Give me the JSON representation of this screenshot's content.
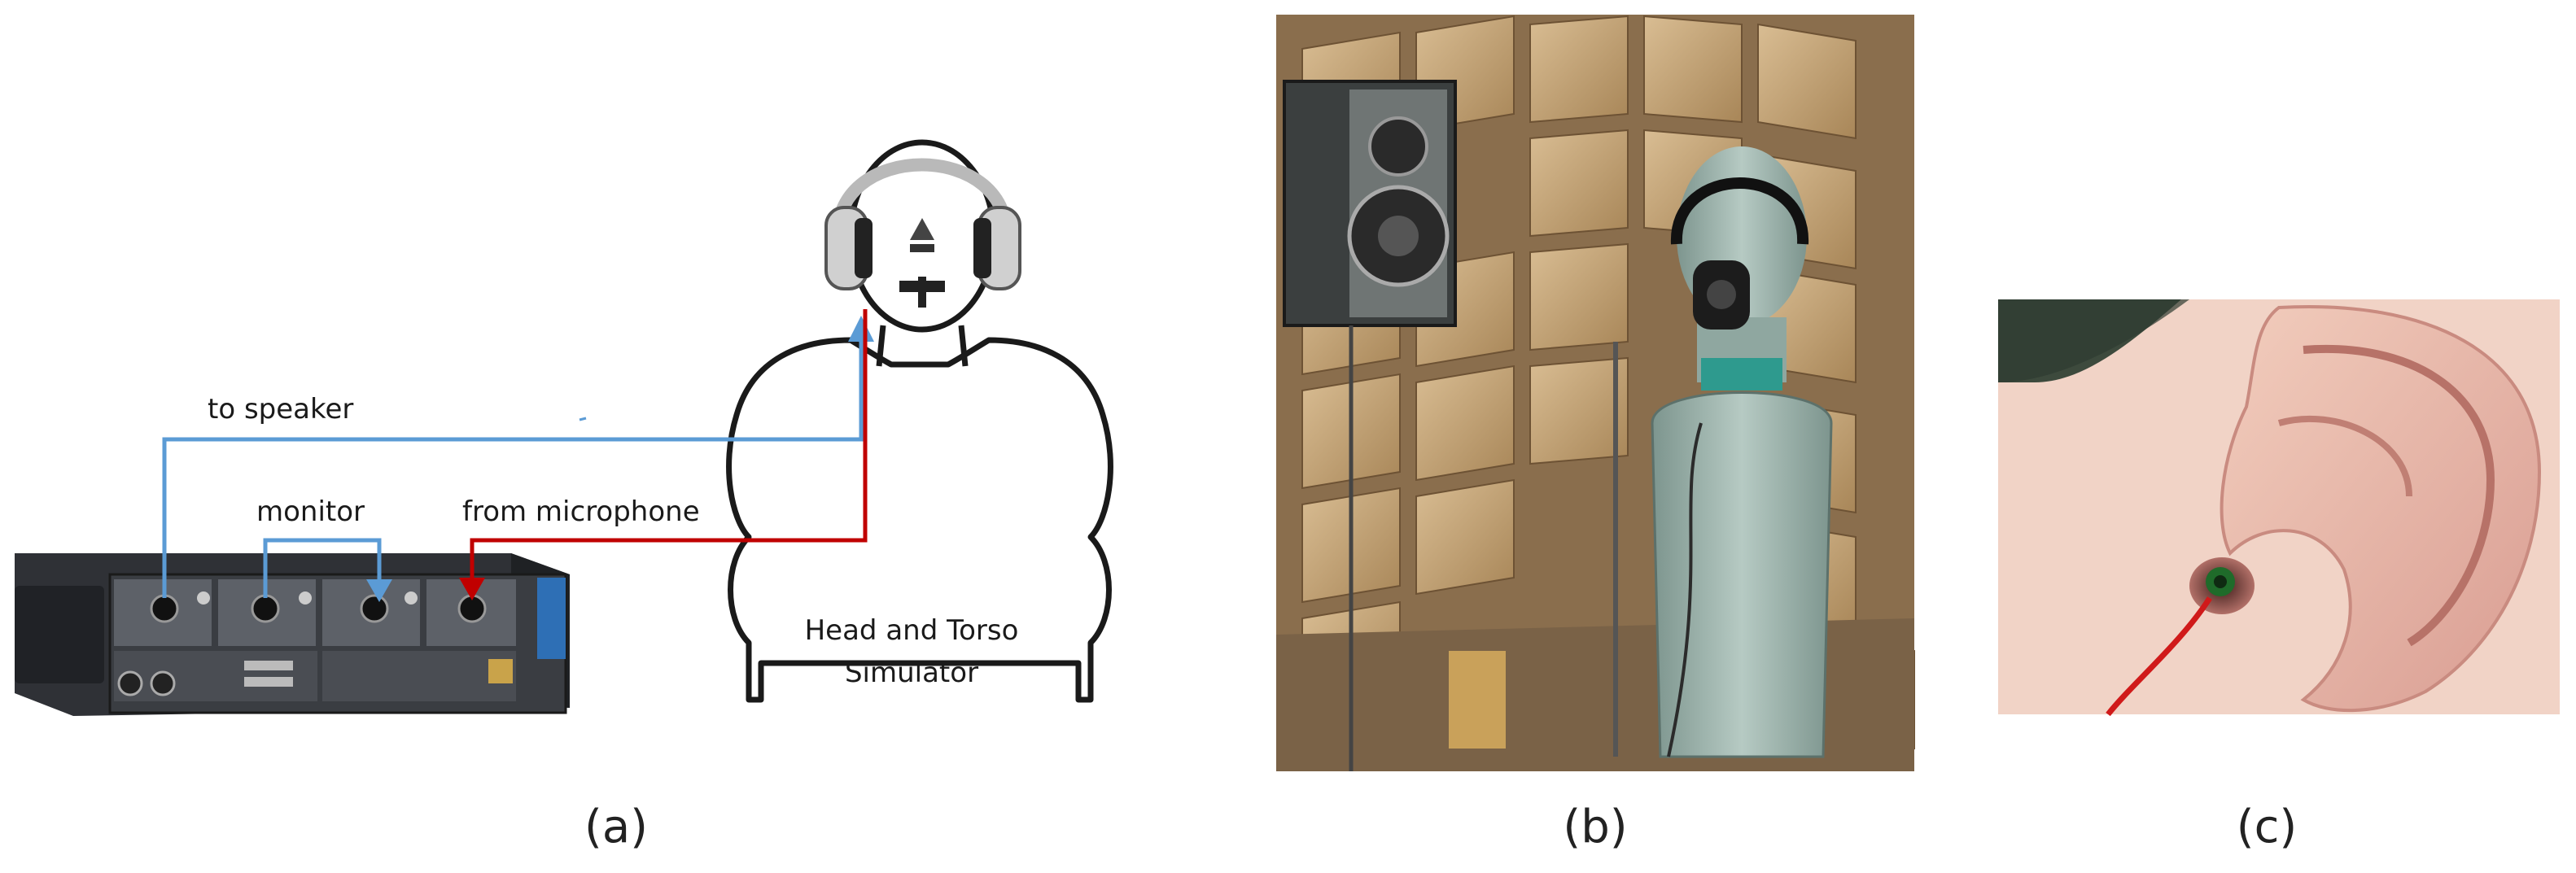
{
  "panel_a": {
    "caption": "(a)",
    "labels": {
      "to_speaker": "to speaker",
      "monitor": "monitor",
      "from_microphone": "from microphone",
      "htss_line1": "Head and Torso",
      "htss_line2": "Simulator"
    },
    "colors": {
      "signal_out": "#5b9bd5",
      "signal_in": "#c00000"
    }
  },
  "panel_b": {
    "caption": "(b)"
  },
  "panel_c": {
    "caption": "(c)"
  }
}
